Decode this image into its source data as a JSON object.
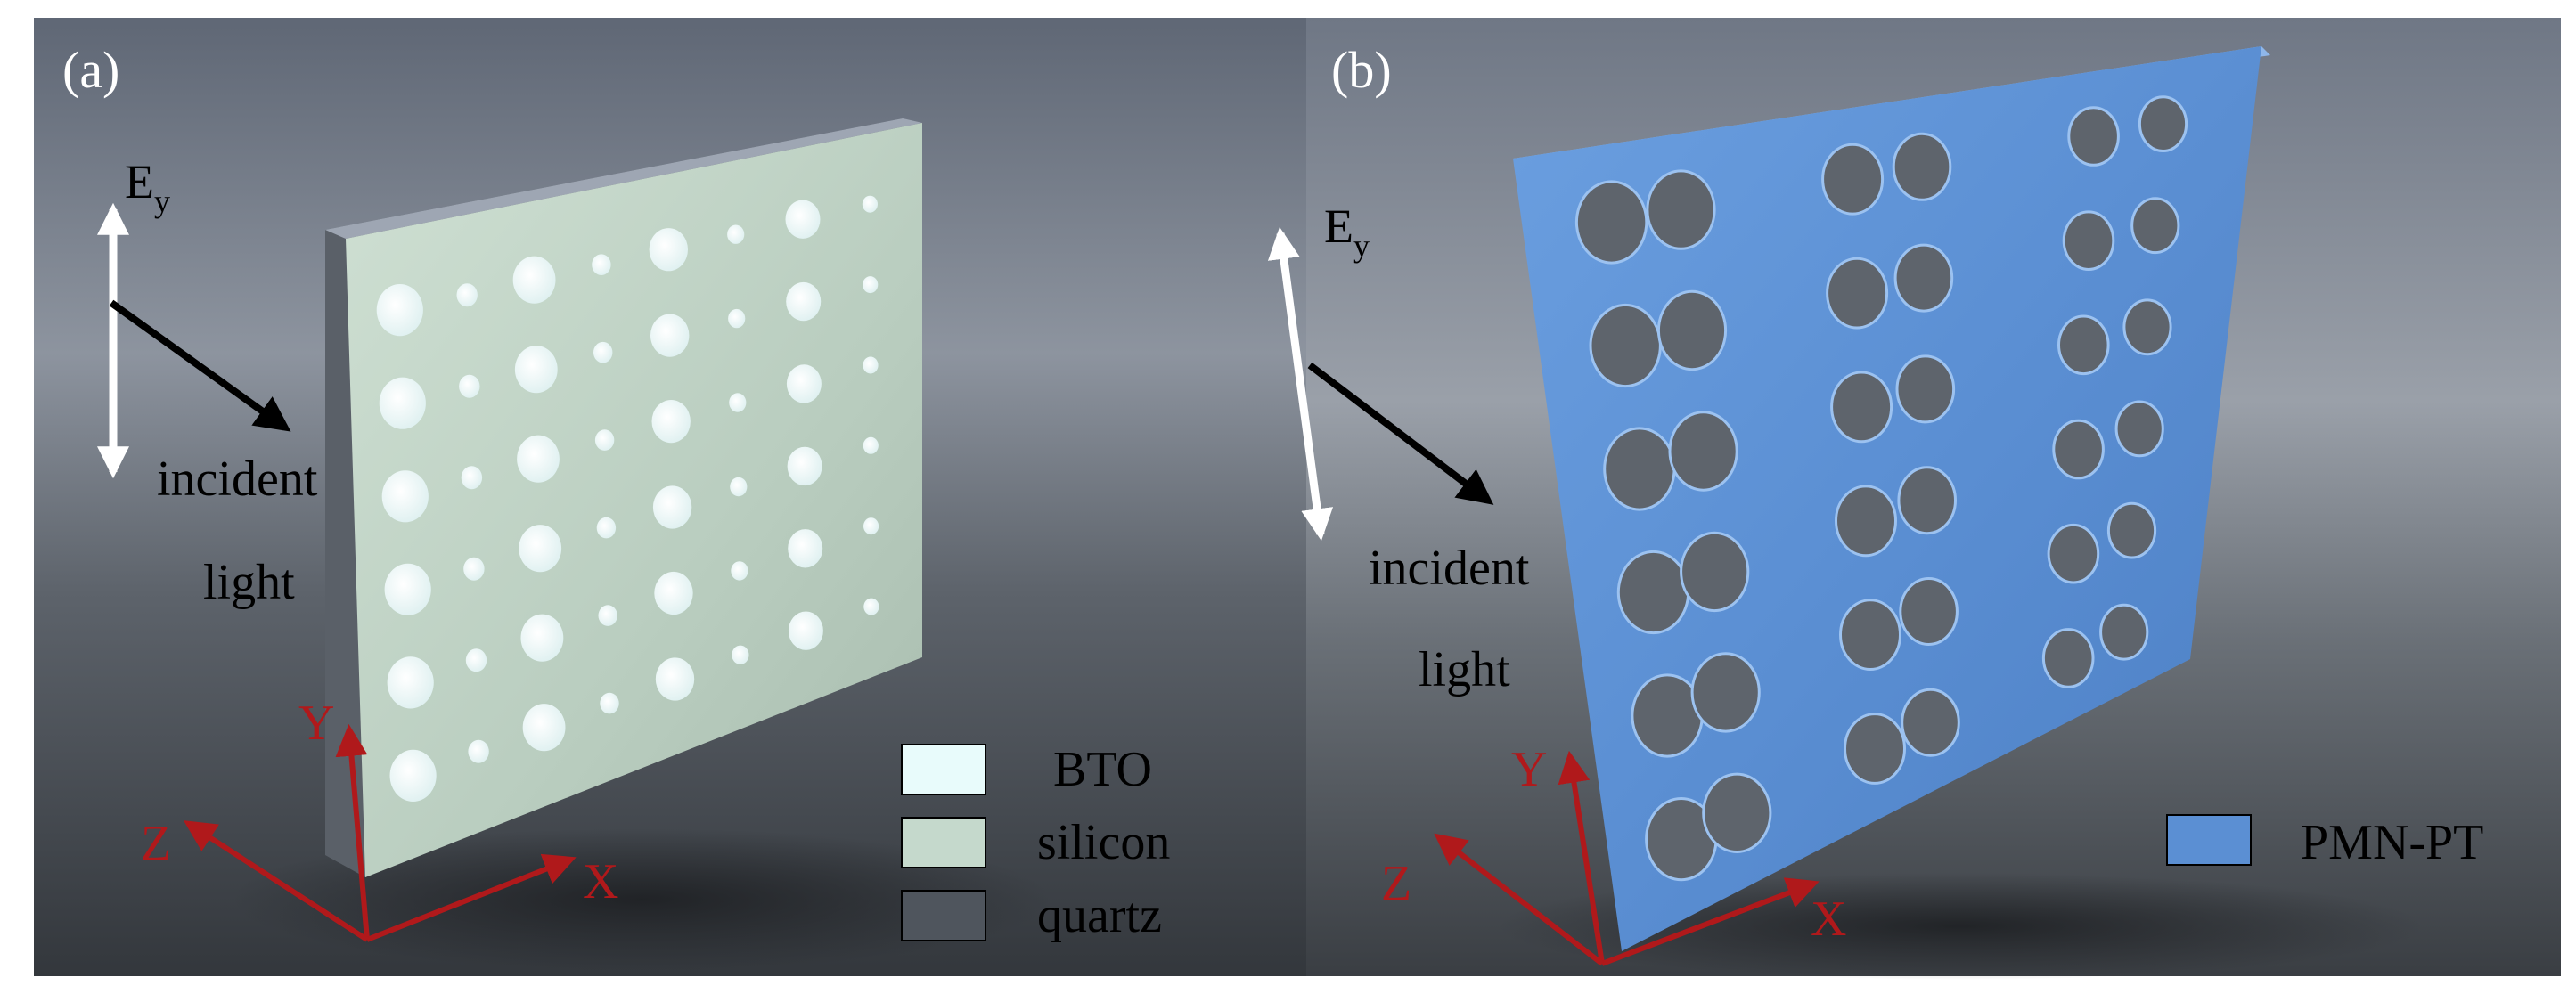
{
  "panels": {
    "a": {
      "label": "(a)",
      "polarization": {
        "base": "E",
        "sub": "y"
      },
      "incident_line1": "incident",
      "incident_line2": "light",
      "axes": {
        "x": "X",
        "y": "Y",
        "z": "Z"
      },
      "legend": [
        {
          "name": "BTO",
          "color": "#e8fbfb"
        },
        {
          "name": "silicon",
          "color": "#c5d9cc"
        },
        {
          "name": "quartz",
          "color": "#4f555d"
        }
      ]
    },
    "b": {
      "label": "(b)",
      "polarization": {
        "base": "E",
        "sub": "y"
      },
      "incident_line1": "incident",
      "incident_line2": "light",
      "axes": {
        "x": "X",
        "y": "Y",
        "z": "Z"
      },
      "legend": [
        {
          "name": "PMN-PT",
          "color": "#5b8fd3"
        }
      ]
    }
  },
  "colors": {
    "axis_red": "#b0191b",
    "incident_arrow": "#000000",
    "polarization_arrow": "#ffffff"
  }
}
